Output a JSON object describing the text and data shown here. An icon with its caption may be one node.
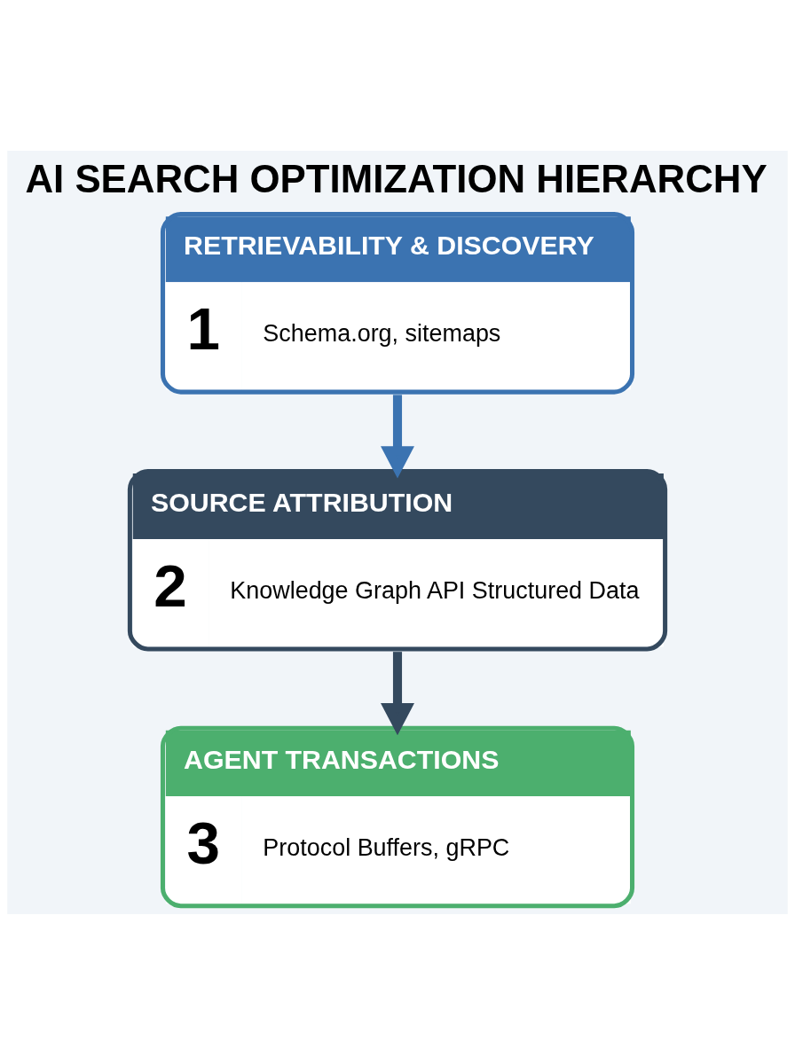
{
  "diagram": {
    "title": "AI SEARCH OPTIMIZATION HIERARCHY",
    "nodes": [
      {
        "text": [
          "RETRIEVABILITY & DISCOVERY",
          "1",
          "Schema.org, sitemaps"
        ]
      },
      {
        "text": [
          "SOURCE ATTRIBUTION",
          "2",
          "Knowledge Graph API Structured Data"
        ]
      },
      {
        "text": [
          "AGENT TRANSACTIONS",
          "3",
          "Protocol Buffers, gRPC"
        ]
      }
    ],
    "edges": [
      {
        "from": 0,
        "to": 1,
        "arrow": "to",
        "color": "#3b73b1"
      },
      {
        "from": 1,
        "to": 2,
        "arrow": "to",
        "color": "#34495e"
      }
    ]
  }
}
